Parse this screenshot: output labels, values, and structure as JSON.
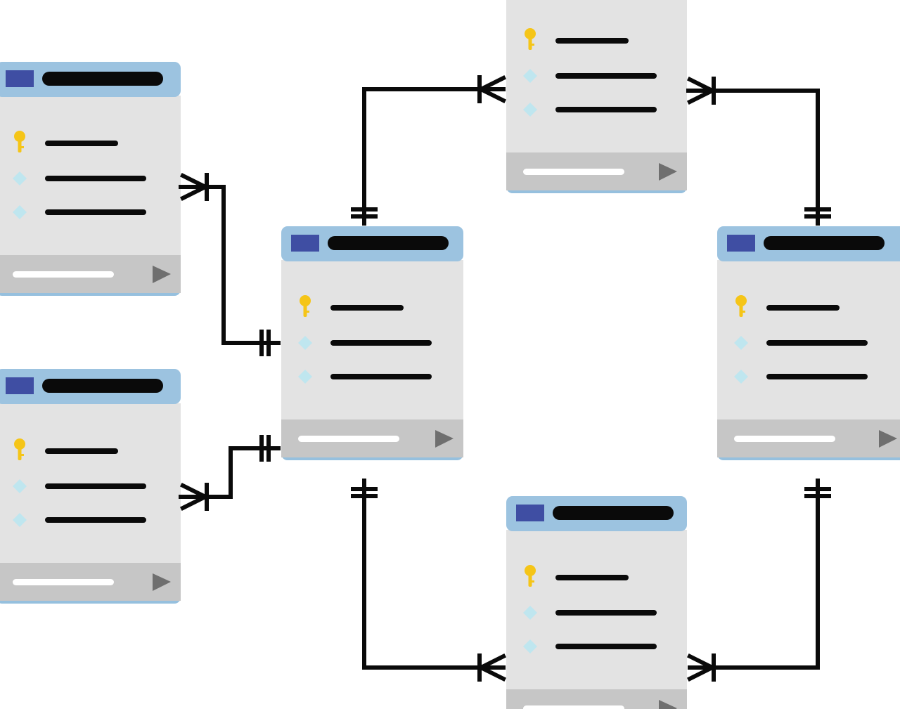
{
  "diagram": {
    "kind": "entity-relationship",
    "colors": {
      "background": "#ffffff",
      "header": "#9cc3e0",
      "header_square": "#3f4ea3",
      "title_bar": "#0a0a0a",
      "body": "#e3e3e3",
      "footer": "#c6c6c6",
      "footer_line": "#ffffff",
      "footer_arrow": "#6f6f6f",
      "bottom_band": "#96c0de",
      "pk_key": "#f5c518",
      "fk_diamond": "#bfe6ef",
      "field_line": "#0a0a0a",
      "connector": "#0a0a0a"
    },
    "tables": [
      {
        "id": "table-left-top",
        "has_header": true,
        "fields": [
          {
            "icon": "key-icon"
          },
          {
            "icon": "diamond-icon"
          },
          {
            "icon": "diamond-icon"
          }
        ]
      },
      {
        "id": "table-left-bottom",
        "has_header": true,
        "fields": [
          {
            "icon": "key-icon"
          },
          {
            "icon": "diamond-icon"
          },
          {
            "icon": "diamond-icon"
          }
        ]
      },
      {
        "id": "table-center",
        "has_header": true,
        "fields": [
          {
            "icon": "key-icon"
          },
          {
            "icon": "diamond-icon"
          },
          {
            "icon": "diamond-icon"
          }
        ]
      },
      {
        "id": "table-top",
        "has_header": false,
        "fields": [
          {
            "icon": "key-icon"
          },
          {
            "icon": "diamond-icon"
          },
          {
            "icon": "diamond-icon"
          }
        ]
      },
      {
        "id": "table-right",
        "has_header": true,
        "fields": [
          {
            "icon": "key-icon"
          },
          {
            "icon": "diamond-icon"
          },
          {
            "icon": "diamond-icon"
          }
        ]
      },
      {
        "id": "table-bottom",
        "has_header": true,
        "fields": [
          {
            "icon": "key-icon"
          },
          {
            "icon": "diamond-icon"
          },
          {
            "icon": "diamond-icon"
          }
        ]
      }
    ],
    "relationships": [
      {
        "from": "table-left-top",
        "to": "table-center",
        "from_end": "one-or-many",
        "to_end": "one-and-only-one"
      },
      {
        "from": "table-left-bottom",
        "to": "table-center",
        "from_end": "one-or-many",
        "to_end": "one-and-only-one"
      },
      {
        "from": "table-center",
        "to": "table-top",
        "from_end": "one-and-only-one",
        "to_end": "one-or-many"
      },
      {
        "from": "table-top",
        "to": "table-right",
        "from_end": "one-or-many",
        "to_end": "one-and-only-one"
      },
      {
        "from": "table-center",
        "to": "table-bottom",
        "from_end": "one-and-only-one",
        "to_end": "one-or-many"
      },
      {
        "from": "table-right",
        "to": "table-bottom",
        "from_end": "one-and-only-one",
        "to_end": "one-or-many"
      }
    ]
  }
}
